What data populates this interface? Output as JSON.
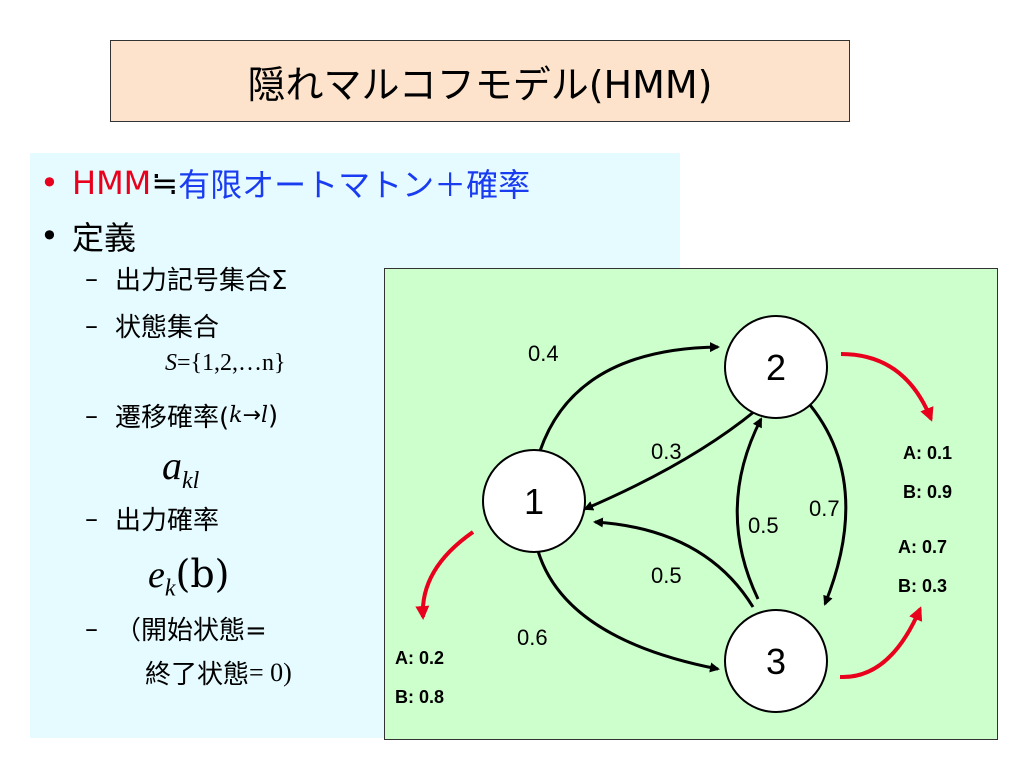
{
  "title": "隠れマルコフモデル(HMM)",
  "bullets": {
    "hmm_term": "HMM",
    "approx_sign": "≒",
    "hmm_def": "有限オートマトン＋確率",
    "definition_heading": "定義",
    "output_symbols": "出力記号集合Σ",
    "state_set": "状態集合",
    "state_set_formula_s": "S",
    "state_set_formula_rest": "={1,2,…n}",
    "transition_prob": "遷移確率(",
    "transition_k": "k",
    "transition_arrow": "→",
    "transition_l": "l",
    "transition_close": ")",
    "transition_symbol_base": "a",
    "transition_symbol_sub": "kl",
    "emission_prob": "出力確率",
    "emission_symbol_base": "e",
    "emission_symbol_sub": "k",
    "emission_symbol_arg": "(b)",
    "start_state_line1": "（開始状態=",
    "start_state_line2_text": "終了状態",
    "start_state_line2_value": "= 0)"
  },
  "diagram": {
    "nodes": [
      {
        "id": "1",
        "label": "1"
      },
      {
        "id": "2",
        "label": "2"
      },
      {
        "id": "3",
        "label": "3"
      }
    ],
    "edges": [
      {
        "from": "1",
        "to": "2",
        "label": "0.4"
      },
      {
        "from": "2",
        "to": "1",
        "label": "0.3"
      },
      {
        "from": "2",
        "to": "3",
        "label": "0.7"
      },
      {
        "from": "3",
        "to": "2",
        "label": "0.5"
      },
      {
        "from": "3",
        "to": "1",
        "label": "0.5"
      },
      {
        "from": "1",
        "to": "3",
        "label": "0.6"
      }
    ],
    "emissions": [
      {
        "state": "1",
        "a": "A: 0.2",
        "b": "B: 0.8"
      },
      {
        "state": "2",
        "a": "A: 0.1",
        "b": "B: 0.9"
      },
      {
        "state": "3",
        "a": "A: 0.7",
        "b": "B: 0.3"
      }
    ],
    "colors": {
      "emission_arrow": "#e8001c",
      "edge": "#000000",
      "node_fill": "#ffffff"
    }
  }
}
